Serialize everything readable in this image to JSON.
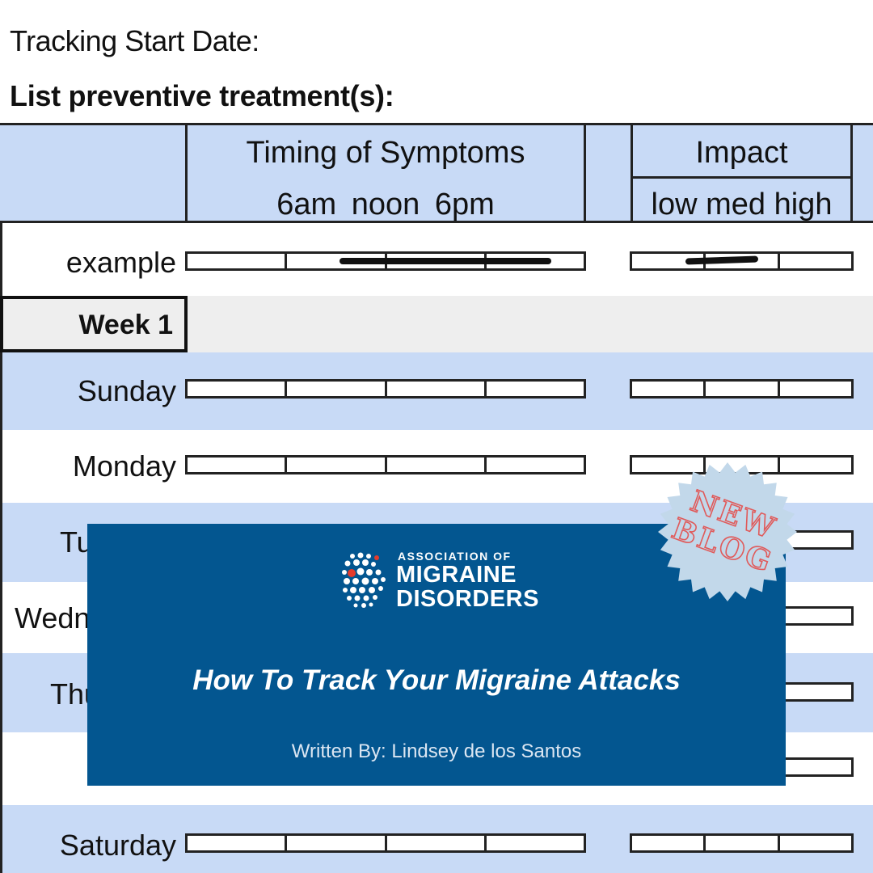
{
  "form": {
    "start_date_label": "Tracking Start Date:",
    "preventive_label": "List preventive treatment(s):",
    "timing_header": "Timing of Symptoms",
    "timing_times": "6am  noon  6pm",
    "impact_header": "Impact",
    "impact_levels": "low med high",
    "example_label": "example",
    "week_label": "Week 1",
    "days": [
      "Sunday",
      "Monday",
      "Tu",
      "Wedn",
      "Thu",
      "",
      "Saturday"
    ]
  },
  "blog": {
    "org_line1": "ASSOCIATION OF",
    "org_line2": "MIGRAINE",
    "org_line3": "DISORDERS",
    "title": "How To Track Your Migraine Attacks",
    "author": "Written By: Lindsey de los Santos"
  },
  "badge": {
    "line1": "NEW",
    "line2": "BLOG"
  },
  "colors": {
    "row_blue": "#c8daf6",
    "card_blue": "#035690",
    "badge_fill": "#c2d8ea",
    "badge_text": "#e05a5a",
    "logo_red": "#e53b2c"
  }
}
